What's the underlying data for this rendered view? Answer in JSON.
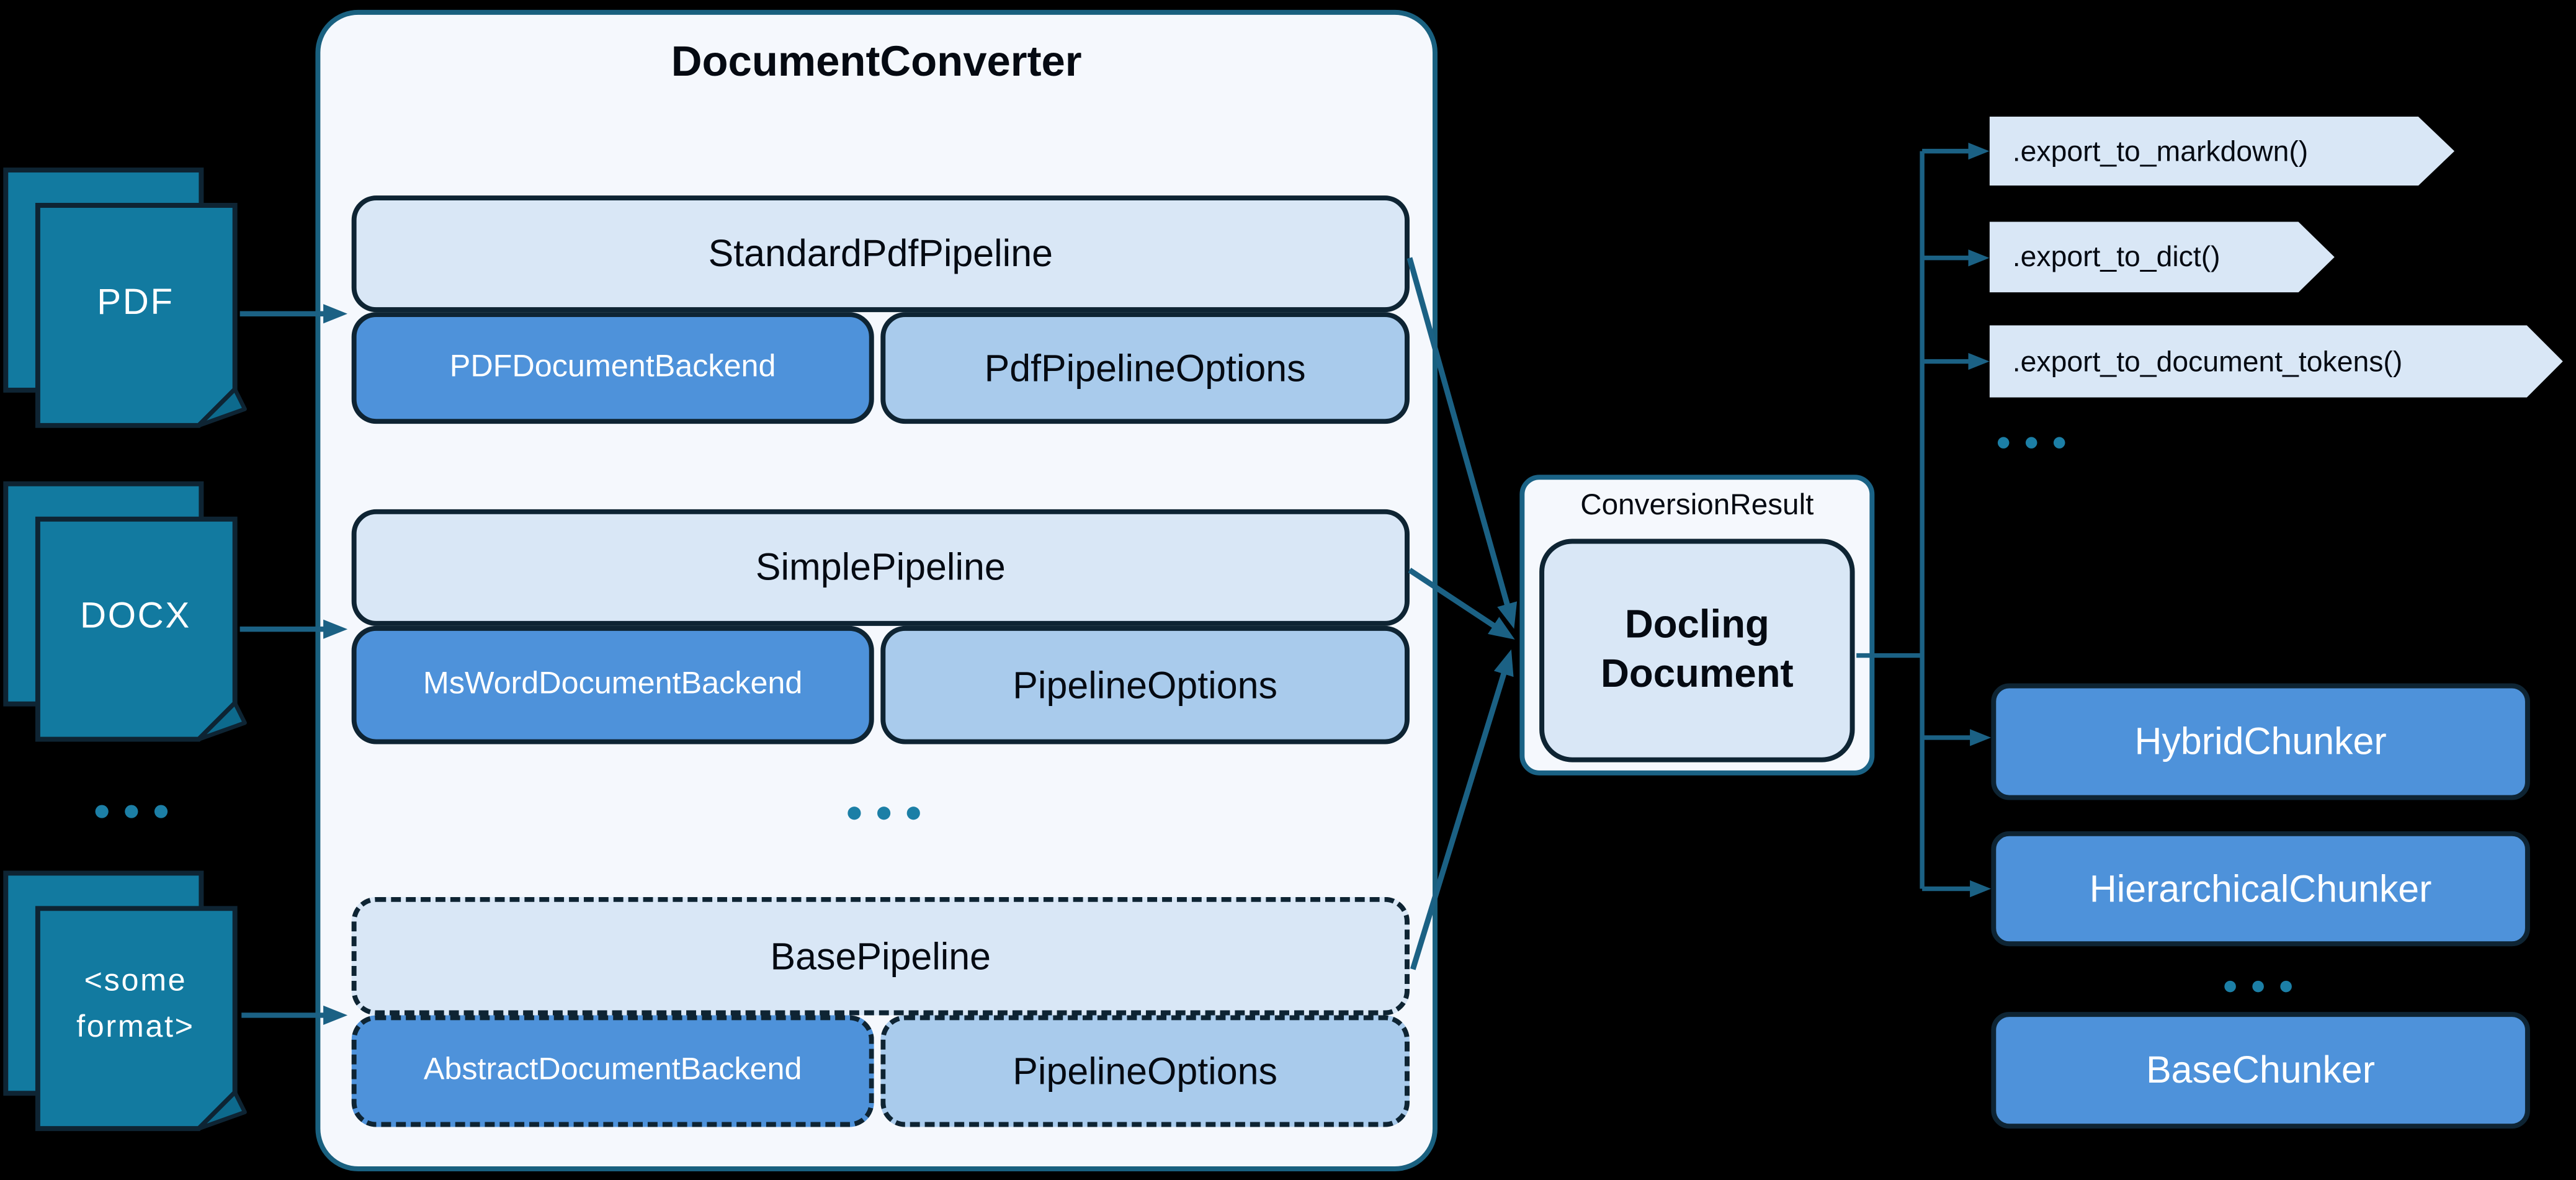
{
  "sources": [
    {
      "label": "PDF"
    },
    {
      "label": "DOCX"
    },
    {
      "label": "<some format>"
    }
  ],
  "source_ellipsis": "...",
  "converter": {
    "title": "DocumentConverter",
    "pipelines": [
      {
        "name": "StandardPdfPipeline",
        "backend": "PDFDocumentBackend",
        "options": "PdfPipelineOptions"
      },
      {
        "name": "SimplePipeline",
        "backend": "MsWordDocumentBackend",
        "options": "PipelineOptions"
      },
      {
        "name": "BasePipeline",
        "backend": "AbstractDocumentBackend",
        "options": "PipelineOptions"
      }
    ],
    "ellipsis": "..."
  },
  "result": {
    "label": "ConversionResult",
    "document": "Docling Document"
  },
  "exports": {
    "methods": [
      ".export_to_markdown()",
      ".export_to_dict()",
      ".export_to_document_tokens()"
    ],
    "ellipsis": "..."
  },
  "chunkers": {
    "items": [
      "HybridChunker",
      "HierarchicalChunker",
      "BaseChunker"
    ],
    "ellipsis": "..."
  },
  "colors": {
    "background": "#000000",
    "source_document_fill": "#127AA0",
    "dark_border": "#0E2433",
    "teal_border": "#19607F",
    "arrow": "#1B6184",
    "panel_fill": "#F5F8FD",
    "light_blue_fill": "#D9E7F6",
    "mid_blue_fill": "#A9CBEC",
    "accent_blue_fill": "#4E92DA",
    "dots": "#1C7FA6"
  }
}
